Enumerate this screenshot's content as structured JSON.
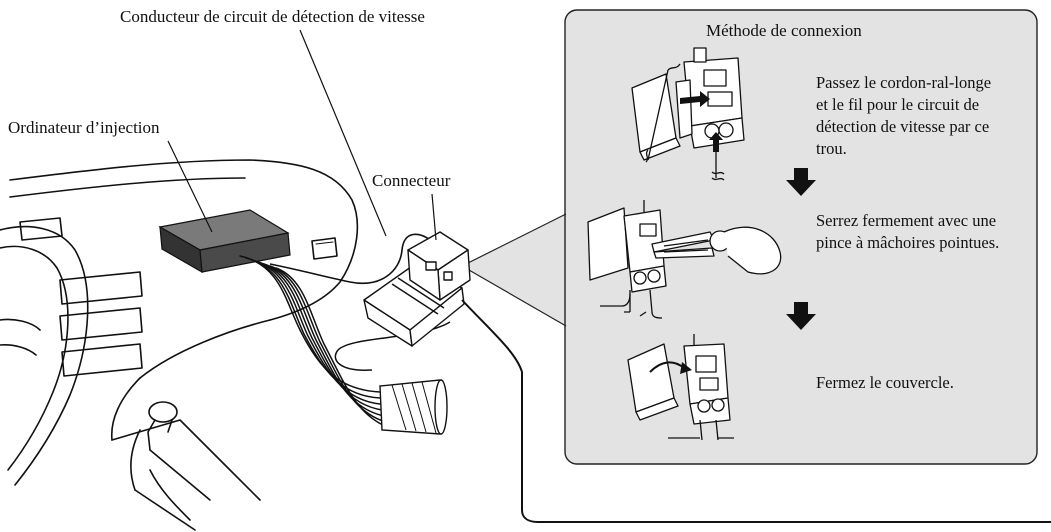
{
  "labels": {
    "speed_wire": "Conducteur de circuit de détection de vitesse",
    "injection_computer": "Ordinateur d’injection",
    "connector": "Connecteur"
  },
  "inset": {
    "title": "Méthode de connexion",
    "steps": [
      {
        "text": "Passez le cordon-ral-longe et le fil pour le circuit de détection de vitesse par ce trou."
      },
      {
        "text": "Serrez fermement avec une pince à mâchoires pointues."
      },
      {
        "text": "Fermez  le couvercle."
      }
    ]
  },
  "colors": {
    "inset_fill": "#e3e3e3",
    "line": "#111111",
    "box_top": "#777777",
    "box_side": "#333333"
  }
}
